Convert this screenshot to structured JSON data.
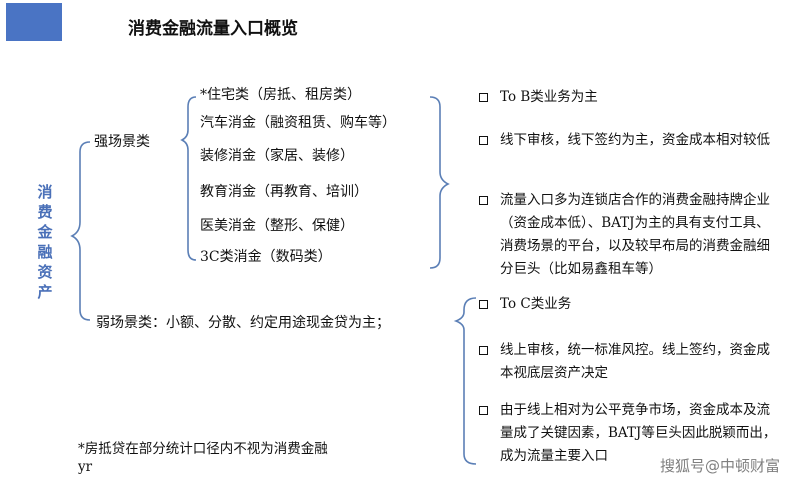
{
  "title": "消费金融流量入口概览",
  "root_label": "消费金融资产",
  "branches": {
    "strong": {
      "label": "强场景类",
      "items": [
        "*住宅类（房抵、租房类）",
        "汽车消金（融资租赁、购车等）",
        "装修消金（家居、装修）",
        "教育消金（再教育、培训）",
        "医美消金（整形、保健）",
        "3C类消金（数码类）"
      ],
      "notes": [
        "To B类业务为主",
        "线下审核，线下签约为主，资金成本相对较低",
        "流量入口多为连锁店合作的消费金融持牌企业（资金成本低）、BATJ为主的具有支付工具、消费场景的平台，以及较早布局的消费金融细分巨头（比如易鑫租车等）"
      ]
    },
    "weak": {
      "label": "弱场景类：小额、分散、约定用途现金贷为主；",
      "notes": [
        "To C类业务",
        "线上审核，统一标准风控。线上签约，资金成本视底层资产决定",
        "由于线上相对为公平竞争市场，资金成本及流量成了关键因素，BATJ等巨头因此脱颖而出，成为流量主要入口"
      ]
    }
  },
  "footnote": {
    "line1": "*房抵贷在部分统计口径内不视为消费金融",
    "line2": "yr"
  },
  "watermark": "搜狐号@中顿财富",
  "colors": {
    "accent": "#4a74c4",
    "root_text": "#4a70b8",
    "bracket": "#5b7fb6"
  }
}
